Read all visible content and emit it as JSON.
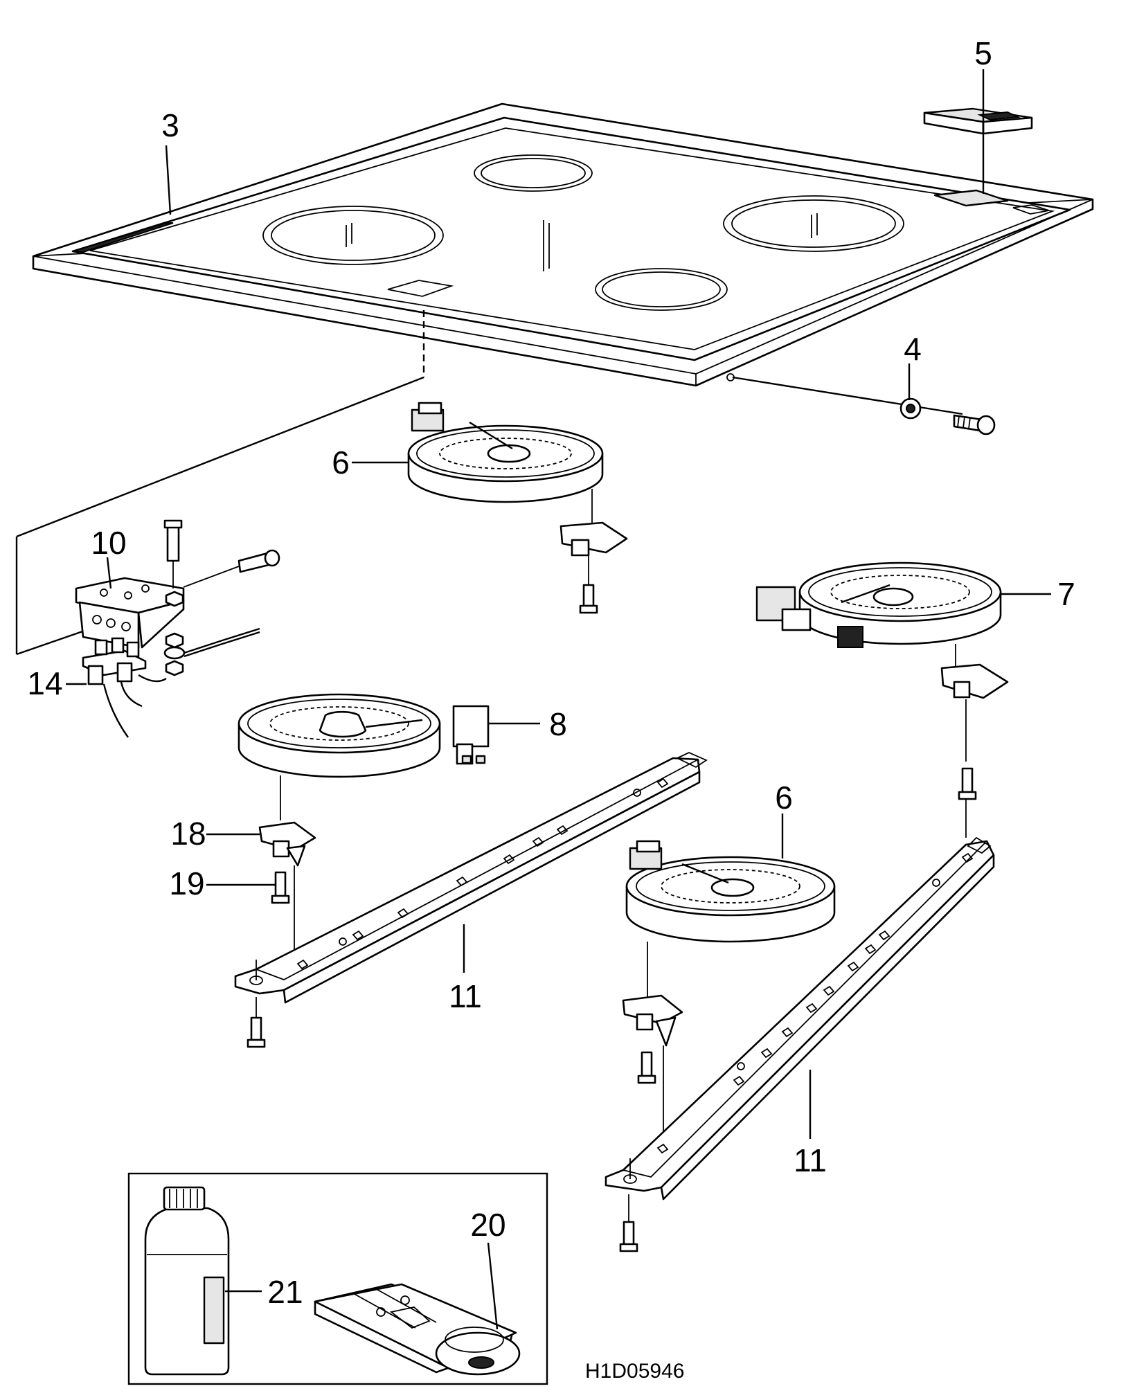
{
  "diagram": {
    "callouts": [
      {
        "id": "c3",
        "text": "3"
      },
      {
        "id": "c5",
        "text": "5"
      },
      {
        "id": "c4",
        "text": "4"
      },
      {
        "id": "c6a",
        "text": "6"
      },
      {
        "id": "c10",
        "text": "10"
      },
      {
        "id": "c7",
        "text": "7"
      },
      {
        "id": "c14",
        "text": "14"
      },
      {
        "id": "c8",
        "text": "8"
      },
      {
        "id": "c6b",
        "text": "6"
      },
      {
        "id": "c18",
        "text": "18"
      },
      {
        "id": "c19",
        "text": "19"
      },
      {
        "id": "c11a",
        "text": "11"
      },
      {
        "id": "c11b",
        "text": "11"
      },
      {
        "id": "c20",
        "text": "20"
      },
      {
        "id": "c21",
        "text": "21"
      }
    ],
    "drawing_code": "H1D05946"
  }
}
